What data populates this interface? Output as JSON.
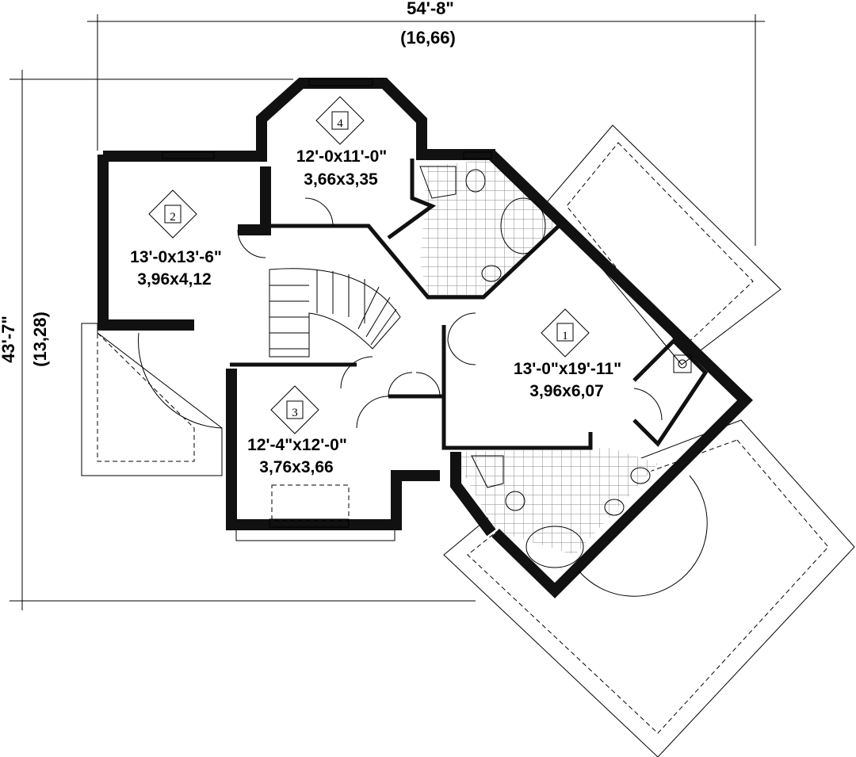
{
  "dimensions": {
    "width_imperial": "54'-8\"",
    "width_metric": "(16,66)",
    "depth_imperial": "43'-7\"",
    "depth_metric": "(13,28)"
  },
  "rooms": [
    {
      "number": "1",
      "imperial": "13'-0\"x19'-11\"",
      "metric": "3,96x6,07"
    },
    {
      "number": "2",
      "imperial": "13'-0x13'-6\"",
      "metric": "3,96x4,12"
    },
    {
      "number": "3",
      "imperial": "12'-4\"x12'-0\"",
      "metric": "3,76x3,66"
    },
    {
      "number": "4",
      "imperial": "12'-0x11'-0\"",
      "metric": "3,66x3,35"
    }
  ]
}
